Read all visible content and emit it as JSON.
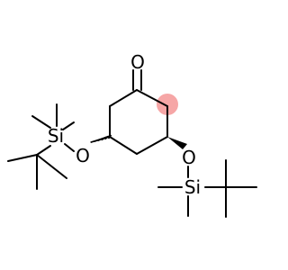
{
  "molecule": {
    "atoms": {
      "carbonyl_oxygen": "O",
      "ether_oxygen_left": "O",
      "ether_oxygen_right": "O",
      "silicon_left": "Si",
      "silicon_right": "Si"
    }
  },
  "colors": {
    "bond": "#000000",
    "highlight": "#f6a6a6",
    "background": "#ffffff"
  }
}
